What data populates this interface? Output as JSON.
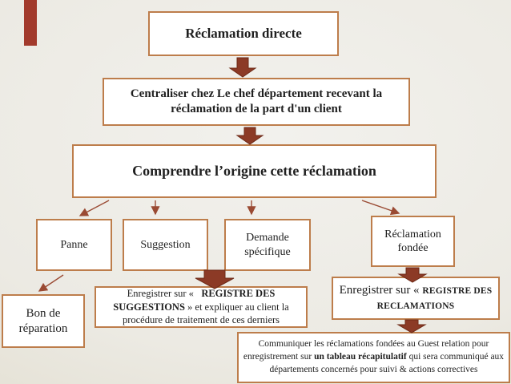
{
  "theme": {
    "background_outer": "#ded9c8",
    "background_inner": "#f2f1ed",
    "box_fill": "#ffffff",
    "box_border_color": "#bd7d4b",
    "arrow_color": "#8c3a26",
    "arrow_outline": "#6e2a17",
    "connector_color": "#9a4a33",
    "text_color": "#1f1f1f",
    "ribbon_color": "#a23a2c"
  },
  "flowchart": {
    "nodes": {
      "reclamation_directe": {
        "label": "Réclamation directe"
      },
      "centraliser": {
        "label": "Centraliser chez Le chef département recevant la réclamation de la part d'un client"
      },
      "comprendre": {
        "label": "Comprendre l’origine cette réclamation"
      },
      "panne": {
        "label": "Panne"
      },
      "suggestion": {
        "label": "Suggestion"
      },
      "demande_specifique": {
        "label": "Demande spécifique"
      },
      "reclamation_fondee": {
        "label": "Réclamation fondée"
      },
      "bon_reparation": {
        "label": "Bon de réparation"
      },
      "registre_suggestions": {
        "segments": [
          {
            "text": "Enregistrer sur «   ",
            "cls": ""
          },
          {
            "text": "REGISTRE DES SUGGESTIONS",
            "cls": "seg-b"
          },
          {
            "text": " » et expliquer au client la procédure de traitement de ces derniers",
            "cls": ""
          }
        ]
      },
      "registre_reclamations": {
        "segments": [
          {
            "text": "Enregistrer sur « ",
            "cls": ""
          },
          {
            "text": "REGISTRE DES RECLAMATIONS",
            "cls": "seg-caps"
          }
        ]
      },
      "communiquer": {
        "segments": [
          {
            "text": "Communiquer les réclamations fondées au Guest relation pour enregistrement sur ",
            "cls": ""
          },
          {
            "text": "un tableau récapitulatif",
            "cls": "seg-b"
          },
          {
            "text": " qui sera communiqué aux départements concernés pour suivi & actions correctives",
            "cls": ""
          }
        ]
      }
    }
  }
}
